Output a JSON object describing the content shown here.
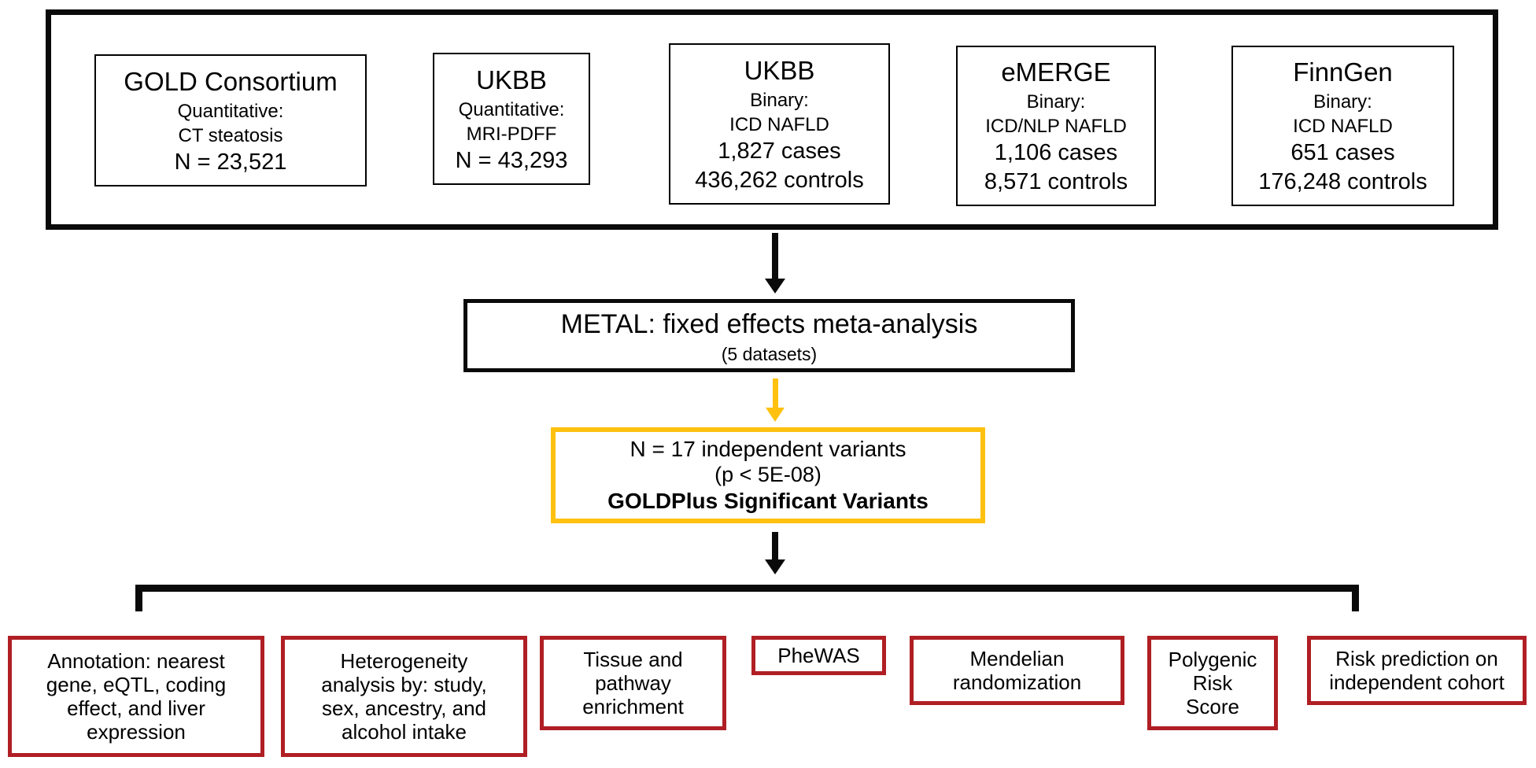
{
  "colors": {
    "highlight_yellow": "#FFC110",
    "analysis_red": "#B01F24",
    "line_black": "#0A0A0A"
  },
  "datasets_panel": {
    "cohorts": [
      {
        "name": "GOLD Consortium",
        "measure": [
          "Quantitative:",
          "CT steatosis"
        ],
        "stats": [
          "N = 23,521"
        ]
      },
      {
        "name": "UKBB",
        "measure": [
          "Quantitative:",
          "MRI-PDFF"
        ],
        "stats": [
          "N = 43,293"
        ]
      },
      {
        "name": "UKBB",
        "measure": [
          "Binary:",
          "ICD NAFLD"
        ],
        "stats": [
          "1,827 cases",
          "436,262 controls"
        ]
      },
      {
        "name": "eMERGE",
        "measure": [
          "Binary:",
          "ICD/NLP NAFLD"
        ],
        "stats": [
          "1,106 cases",
          "8,571 controls"
        ]
      },
      {
        "name": "FinnGen",
        "measure": [
          "Binary:",
          "ICD NAFLD"
        ],
        "stats": [
          "651 cases",
          "176,248 controls"
        ]
      }
    ]
  },
  "meta_analysis": {
    "title": "METAL: fixed effects meta-analysis",
    "subtitle": "(5 datasets)"
  },
  "significant_variants": {
    "line1": "N = 17 independent variants",
    "line2": "(p < 5E-08)",
    "line3": "GOLDPlus Significant Variants"
  },
  "downstream_analyses": [
    {
      "lines": [
        "Annotation: nearest",
        "gene, eQTL, coding",
        "effect, and liver",
        "expression"
      ]
    },
    {
      "lines": [
        "Heterogeneity",
        "analysis by: study,",
        "sex, ancestry, and",
        "alcohol intake"
      ]
    },
    {
      "lines": [
        "Tissue and",
        "pathway",
        "enrichment"
      ]
    },
    {
      "lines": [
        "PheWAS"
      ]
    },
    {
      "lines": [
        "Mendelian",
        "randomization"
      ]
    },
    {
      "lines": [
        "Polygenic",
        "Risk",
        "Score"
      ]
    },
    {
      "lines": [
        "Risk prediction on",
        "independent cohort"
      ]
    }
  ]
}
